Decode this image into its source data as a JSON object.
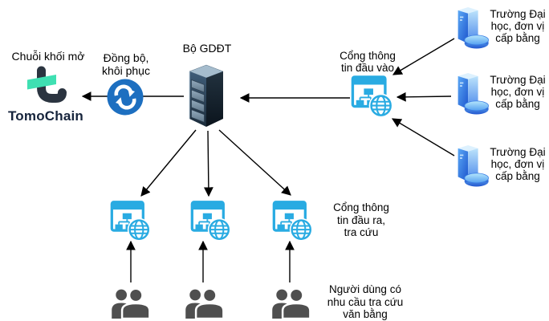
{
  "diagram": {
    "type": "architecture-diagram",
    "language": "vi",
    "colors": {
      "background": "#ffffff",
      "arrow": "#000000",
      "portal_cyan": "#29abe2",
      "sync_blue": "#1d6fc0",
      "tomo_dark": "#2b3440",
      "tomo_teal": "#3fe0b2",
      "people_gray": "#4f4f4f",
      "text": "#000000"
    },
    "nodes": {
      "blockchain": {
        "id": "blockchain",
        "label": "Chuỗi khối mở",
        "brand": "TomoChain",
        "icon": "tomochain-logo-icon"
      },
      "sync": {
        "id": "sync",
        "lines": [
          "Đồng bộ,",
          "khôi phục"
        ],
        "icon": "sync-icon"
      },
      "ministry": {
        "id": "ministry-server",
        "label": "Bộ GDĐT",
        "icon": "server-icon"
      },
      "input_portal": {
        "id": "input-portal",
        "lines": [
          "Cổng thông",
          "tin đầu vào"
        ],
        "icon": "web-portal-icon"
      },
      "universities": {
        "icon": "database-icon",
        "items": [
          {
            "id": "university-1",
            "lines": [
              "Trường Đại",
              "học, đơn vị",
              "cấp bằng"
            ]
          },
          {
            "id": "university-2",
            "lines": [
              "Trường Đại",
              "học, đơn vị",
              "cấp bằng"
            ]
          },
          {
            "id": "university-3",
            "lines": [
              "Trường Đại",
              "học, đơn vị",
              "cấp bằng"
            ]
          }
        ]
      },
      "output_portals": {
        "icon": "web-portal-icon",
        "count": 3,
        "lines": [
          "Cổng thông",
          "tin đầu ra,",
          "tra cứu"
        ]
      },
      "users": {
        "icon": "users-icon",
        "count": 3,
        "lines": [
          "Người dùng có",
          "nhu cầu tra cứu",
          "văn bằng"
        ]
      }
    },
    "edges": [
      {
        "from": "ministry-server",
        "to": "blockchain",
        "through": "sync"
      },
      {
        "from": "input-portal",
        "to": "ministry-server"
      },
      {
        "from": "university-1",
        "to": "input-portal"
      },
      {
        "from": "university-2",
        "to": "input-portal"
      },
      {
        "from": "university-3",
        "to": "input-portal"
      },
      {
        "from": "ministry-server",
        "to": "output-portal-1"
      },
      {
        "from": "ministry-server",
        "to": "output-portal-2"
      },
      {
        "from": "ministry-server",
        "to": "output-portal-3"
      },
      {
        "from": "users-1",
        "to": "output-portal-1"
      },
      {
        "from": "users-2",
        "to": "output-portal-2"
      },
      {
        "from": "users-3",
        "to": "output-portal-3"
      }
    ]
  }
}
